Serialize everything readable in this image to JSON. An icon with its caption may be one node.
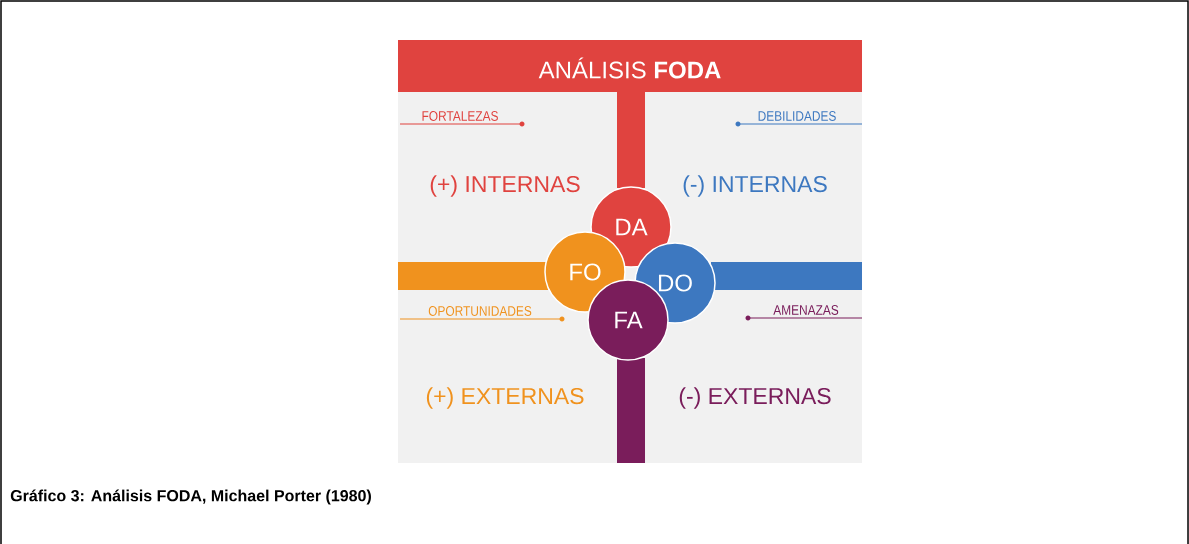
{
  "diagram": {
    "title": "ANÁLISIS **FODA**",
    "caption": "Gráfico 3: Análisis FODA, Michael Porter (1980)",
    "nodes": [
      {
        "text": [
          "DA"
        ]
      },
      {
        "text": [
          "FO"
        ]
      },
      {
        "text": [
          "DO"
        ]
      },
      {
        "text": [
          "FA"
        ]
      },
      {
        "text": [],
        "shape": "bar"
      },
      {
        "text": [],
        "shape": "bar"
      },
      {
        "text": [],
        "shape": "bar"
      },
      {
        "text": [],
        "shape": "bar"
      }
    ],
    "labels": [
      "FORTALEZAS",
      "DEBILIDADES",
      "(+) INTERNAS",
      "(-) INTERNAS",
      "OPORTUNIDADES",
      "AMENAZAS",
      "(+) EXTERNAS",
      "(-) EXTERNAS"
    ]
  }
}
